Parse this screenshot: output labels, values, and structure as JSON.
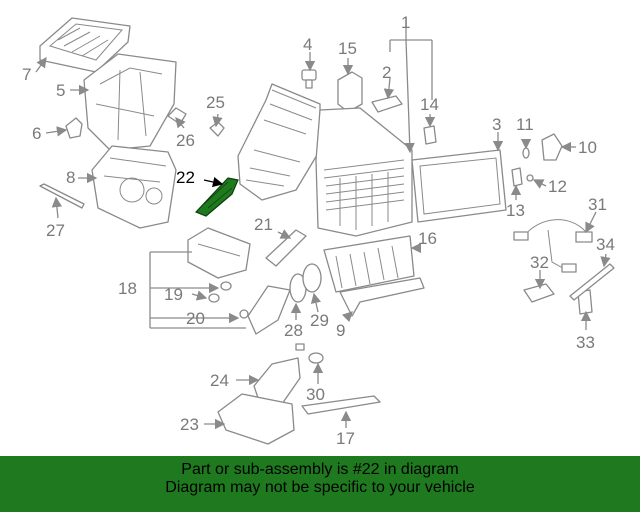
{
  "callouts": [
    "1",
    "2",
    "3",
    "4",
    "5",
    "6",
    "7",
    "8",
    "9",
    "10",
    "11",
    "12",
    "13",
    "14",
    "15",
    "16",
    "17",
    "18",
    "19",
    "20",
    "21",
    "22",
    "23",
    "24",
    "25",
    "26",
    "27",
    "28",
    "29",
    "30",
    "31",
    "32",
    "33",
    "34"
  ],
  "highlight": {
    "part": "22",
    "color": "#1f7a1f"
  },
  "colors": {
    "banner": "#1f7a1f",
    "lines": "#8a8a8a",
    "labels": "#7a7a7a"
  },
  "banner": {
    "line1": "Part or sub-assembly is #22 in diagram",
    "line2": "Diagram may not be specific to your vehicle"
  }
}
